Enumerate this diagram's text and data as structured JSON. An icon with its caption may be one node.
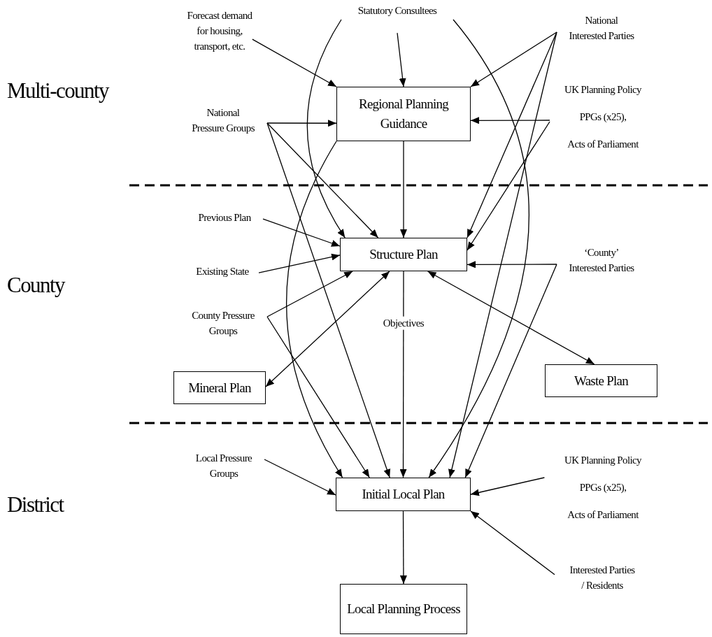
{
  "diagram": {
    "nodes": [
      {
        "text": [
          "Forecast demand for housing, transport, etc."
        ]
      },
      {
        "text": [
          "Statutory Consultees"
        ]
      },
      {
        "text": [
          "National Interested Parties"
        ]
      },
      {
        "text": [
          "Regional Planning Guidance"
        ]
      },
      {
        "text": [
          "National Pressure Groups"
        ]
      },
      {
        "text": [
          "UK Planning Policy",
          "PPGs (x25),",
          "Acts of Parliament"
        ]
      },
      {
        "text": [
          "Previous Plan"
        ]
      },
      {
        "text": [
          "Structure Plan"
        ]
      },
      {
        "text": [
          "Existing State"
        ]
      },
      {
        "text": [
          "‘County’ Interested Parties"
        ]
      },
      {
        "text": [
          "County Pressure Groups"
        ]
      },
      {
        "text": [
          "Mineral Plan"
        ]
      },
      {
        "text": [
          "Waste Plan"
        ]
      },
      {
        "text": [
          "Local Pressure Groups"
        ]
      },
      {
        "text": [
          "Initial Local Plan"
        ]
      },
      {
        "text": [
          "UK Planning Policy",
          "PPGs (x25),",
          "Acts of Parliament"
        ]
      },
      {
        "text": [
          "Interested Parties / Residents"
        ]
      },
      {
        "text": [
          "Local Planning Process"
        ]
      }
    ],
    "edges": [
      {
        "from": 0,
        "to": 3,
        "arrow": "to"
      },
      {
        "from": 1,
        "to": 3,
        "arrow": "to"
      },
      {
        "from": 2,
        "to": 3,
        "arrow": "to"
      },
      {
        "from": 4,
        "to": 3,
        "arrow": "to"
      },
      {
        "from": 5,
        "to": 3,
        "arrow": "to"
      },
      {
        "from": 3,
        "to": 7,
        "arrow": "to"
      },
      {
        "from": 3,
        "to": 14,
        "arrow": "to"
      },
      {
        "from": 1,
        "to": 7,
        "arrow": "to"
      },
      {
        "from": 1,
        "to": 14,
        "arrow": "to"
      },
      {
        "from": 4,
        "to": 7,
        "arrow": "to"
      },
      {
        "from": 4,
        "to": 14,
        "arrow": "to"
      },
      {
        "from": 2,
        "to": 7,
        "arrow": "to"
      },
      {
        "from": 2,
        "to": 14,
        "arrow": "to"
      },
      {
        "from": 5,
        "to": 7,
        "arrow": "to"
      },
      {
        "from": 6,
        "to": 7,
        "arrow": "to"
      },
      {
        "from": 8,
        "to": 7,
        "arrow": "to"
      },
      {
        "from": 9,
        "to": 7,
        "arrow": "to"
      },
      {
        "from": 9,
        "to": 14,
        "arrow": "to"
      },
      {
        "from": 10,
        "to": 7,
        "arrow": "to"
      },
      {
        "from": 10,
        "to": 14,
        "arrow": "to"
      },
      {
        "from": 7,
        "to": 11,
        "arrow": "both"
      },
      {
        "from": 7,
        "to": 12,
        "arrow": "both"
      },
      {
        "from": 7,
        "to": 14,
        "arrow": "to",
        "label": "Objectives"
      },
      {
        "from": 13,
        "to": 14,
        "arrow": "to"
      },
      {
        "from": 15,
        "to": 14,
        "arrow": "to"
      },
      {
        "from": 16,
        "to": 14,
        "arrow": "to"
      },
      {
        "from": 14,
        "to": 17,
        "arrow": "to"
      }
    ],
    "labels": [
      "Multi-county",
      "County",
      "District"
    ]
  }
}
